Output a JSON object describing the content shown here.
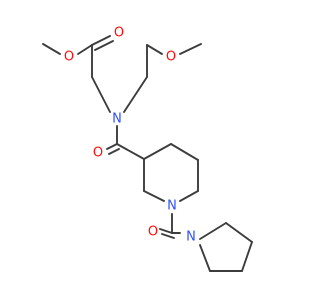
{
  "molecule": {
    "atoms": [
      {
        "id": "o-ether-left",
        "symbol": "O",
        "color": "#ff0d0d"
      },
      {
        "id": "o-carbonyl-ester",
        "symbol": "O",
        "color": "#ff0d0d"
      },
      {
        "id": "o-ether-right",
        "symbol": "O",
        "color": "#ff0d0d"
      },
      {
        "id": "n-amide",
        "symbol": "N",
        "color": "#3050f8"
      },
      {
        "id": "o-carbonyl-amide",
        "symbol": "O",
        "color": "#ff0d0d"
      },
      {
        "id": "n-piperidine",
        "symbol": "N",
        "color": "#3050f8"
      },
      {
        "id": "o-carbonyl-urea",
        "symbol": "O",
        "color": "#ff0d0d"
      },
      {
        "id": "n-pyrrolidine",
        "symbol": "N",
        "color": "#3050f8"
      }
    ],
    "bond_color": "#3c3c3c"
  }
}
